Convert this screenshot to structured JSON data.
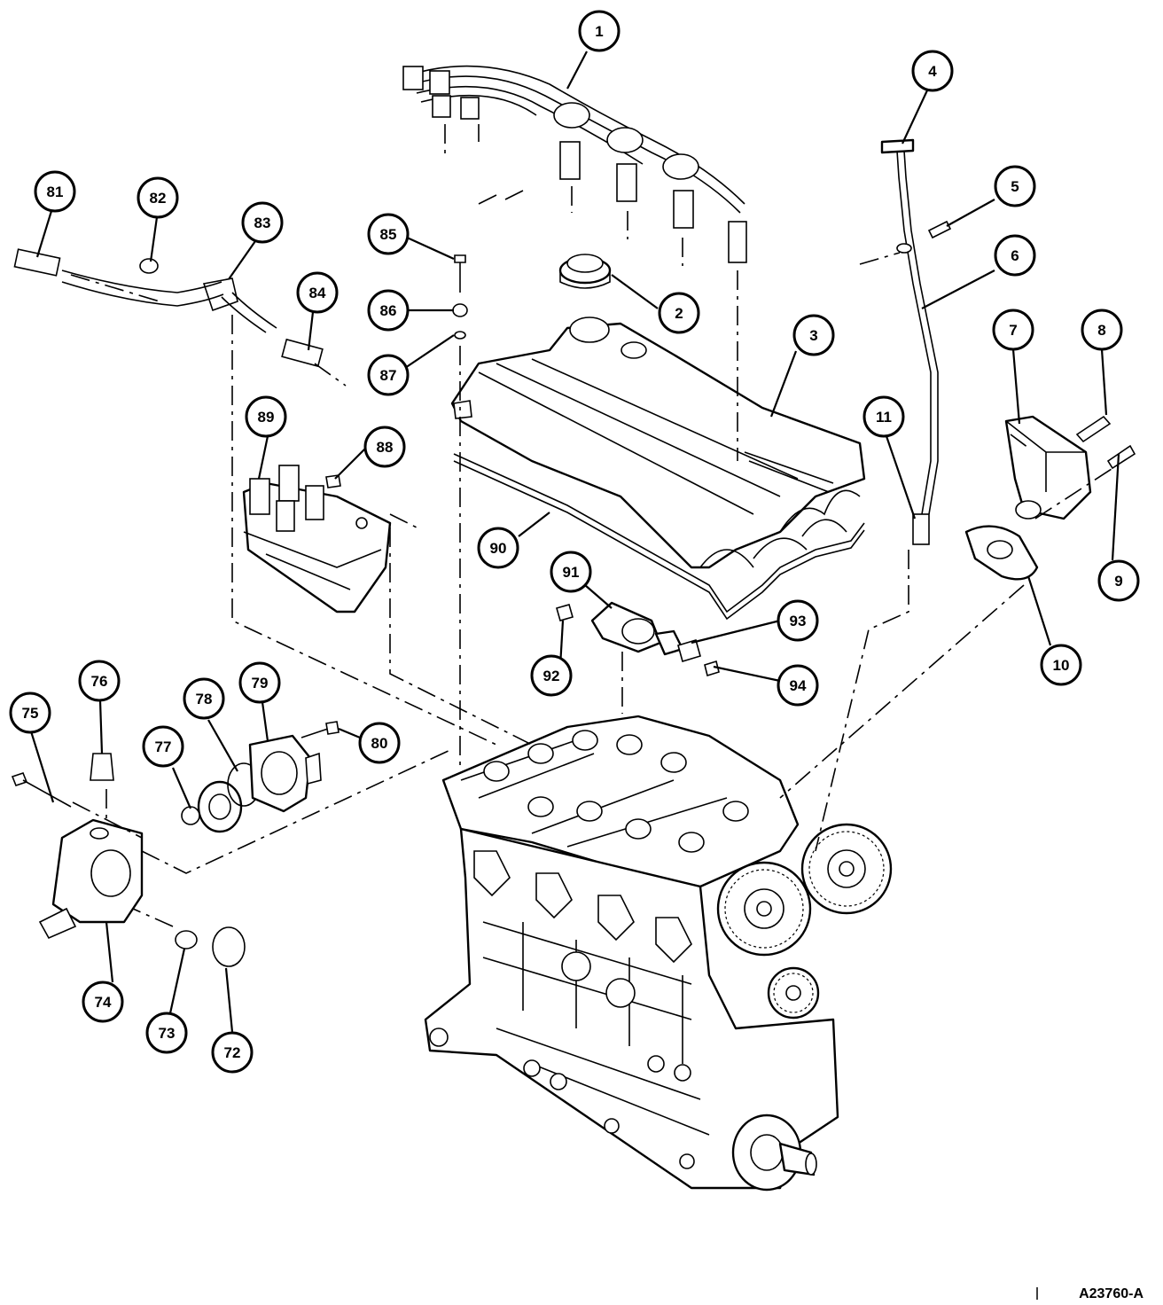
{
  "diagram": {
    "reference_code": "A23760-A",
    "callouts": [
      "1",
      "2",
      "3",
      "4",
      "5",
      "6",
      "7",
      "8",
      "9",
      "10",
      "11",
      "72",
      "73",
      "74",
      "75",
      "76",
      "77",
      "78",
      "79",
      "80",
      "81",
      "82",
      "83",
      "84",
      "85",
      "86",
      "87",
      "88",
      "89",
      "90",
      "91",
      "92",
      "93",
      "94"
    ]
  }
}
